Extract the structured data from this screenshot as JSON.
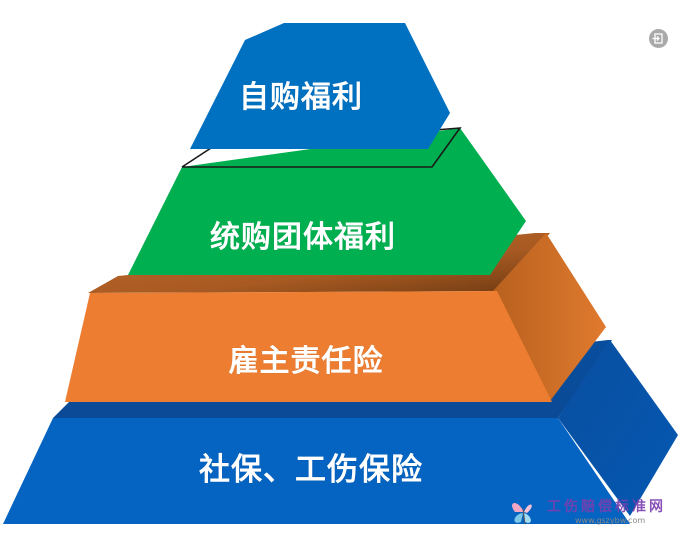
{
  "diagram": {
    "type": "pyramid",
    "levels": [
      {
        "position": "top",
        "label": "自购福利",
        "color": "#0070c0"
      },
      {
        "position": "second",
        "label": "统购团体福利",
        "color": "#00b050"
      },
      {
        "position": "third",
        "label": "雇主责任险",
        "color": "#ed7d31"
      },
      {
        "position": "base",
        "label": "社保、工伤保险",
        "color": "#0563c1"
      }
    ]
  },
  "controls": {
    "exit_icon": "exit-icon"
  },
  "watermark": {
    "title": "工伤赔偿标准网",
    "url": "www.gszybw.com",
    "icon": "butterfly-icon"
  }
}
